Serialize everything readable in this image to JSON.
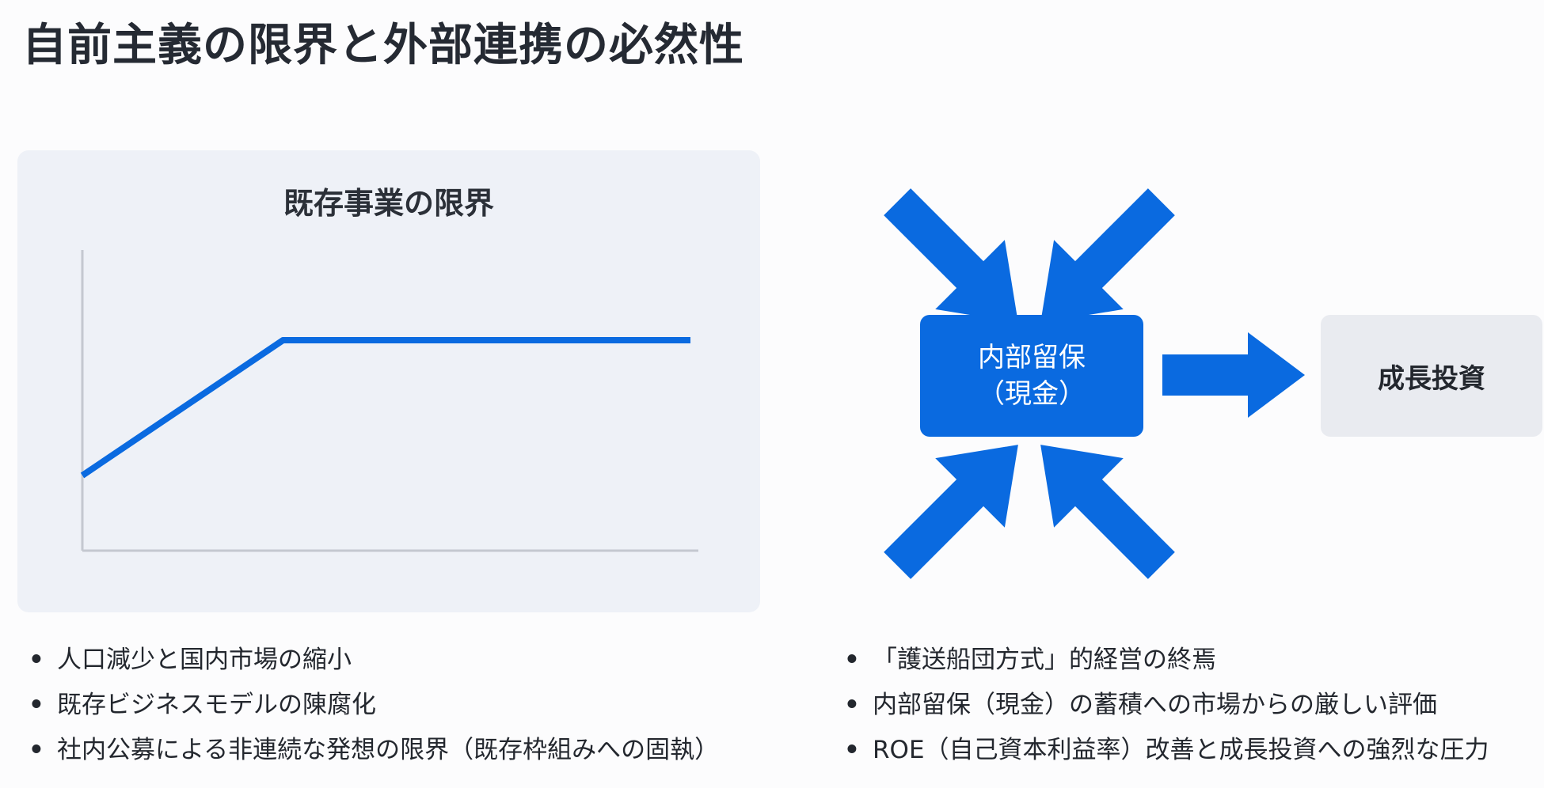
{
  "title": "自前主義の限界と外部連携の必然性",
  "colors": {
    "accent_blue": "#0a6ae0",
    "panel_bg": "#eef1f7",
    "axis_gray": "#c4c8d0",
    "target_box_bg": "#e9ebf0"
  },
  "chart_panel": {
    "title": "既存事業の限界"
  },
  "chart_data": {
    "type": "line",
    "title": "既存事業の限界",
    "xlabel": "",
    "ylabel": "",
    "series": [
      {
        "x": [
          0,
          0.33,
          1
        ],
        "y": [
          0.25,
          0.7,
          0.7
        ]
      }
    ],
    "xlim": [
      0,
      1
    ],
    "ylim": [
      0,
      1
    ],
    "grid": false
  },
  "diagram": {
    "center_box": {
      "line1": "内部留保",
      "line2": "（現金）"
    },
    "target_box": {
      "label": "成長投資"
    },
    "arrow_icons": [
      "arrow-top-left-icon",
      "arrow-top-right-icon",
      "arrow-bottom-left-icon",
      "arrow-bottom-right-icon",
      "arrow-right-icon"
    ]
  },
  "bullets_left": [
    "人口減少と国内市場の縮小",
    "既存ビジネスモデルの陳腐化",
    "社内公募による非連続な発想の限界（既存枠組みへの固執）"
  ],
  "bullets_right": [
    "「護送船団方式」的経営の終焉",
    "内部留保（現金）の蓄積への市場からの厳しい評価",
    "ROE（自己資本利益率）改善と成長投資への強烈な圧力"
  ],
  "bullet_marker": "•"
}
